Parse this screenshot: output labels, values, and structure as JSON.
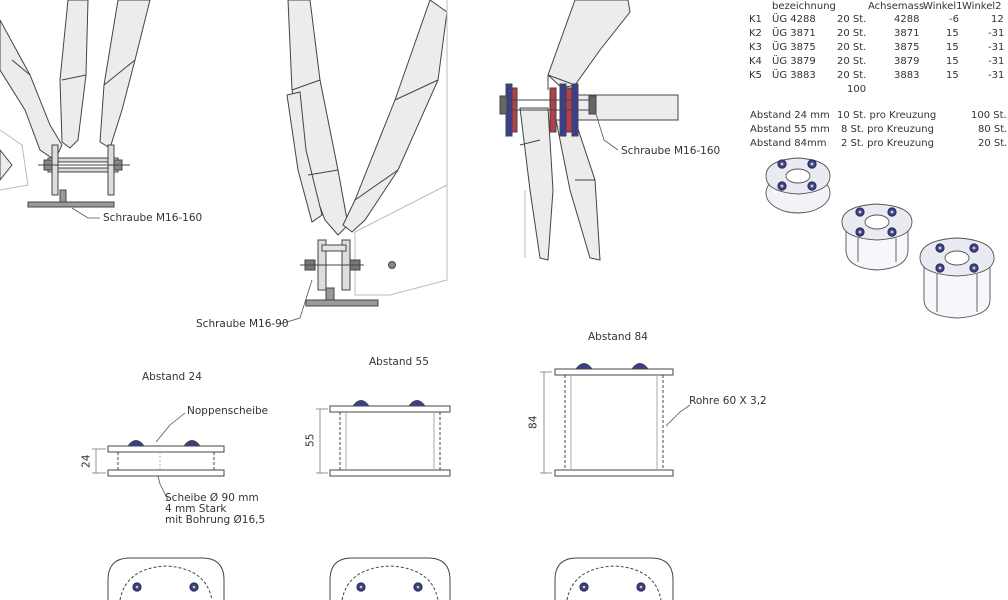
{
  "callouts": {
    "schraube_1": "Schraube M16-160",
    "schraube_2": "Schraube M16-90",
    "schraube_3": "Schraube M16-160",
    "noppenscheibe": "Noppenscheibe",
    "scheibe_line1": "Scheibe Ø 90 mm",
    "scheibe_line2": "4 mm Stark",
    "scheibe_line3": "mit Bohrung Ø16,5",
    "rohre": "Rohre 60 X 3,2"
  },
  "section_titles": {
    "abstand24": "Abstand 24",
    "abstand55": "Abstand 55",
    "abstand84": "Abstand 84"
  },
  "dimensions": {
    "d24": "24",
    "d55": "55",
    "d84": "84"
  },
  "parts_table": {
    "headers": {
      "name": "bezeichnung",
      "achsemass": "Achsemass",
      "winkel1": "Winkel1",
      "winkel2": "Winkel2"
    },
    "rows": [
      {
        "id": "K1",
        "name": "ÜG 4288",
        "qty": "20 St.",
        "achsemass": "4288",
        "winkel1": "-6",
        "winkel2": "12"
      },
      {
        "id": "K2",
        "name": "ÜG 3871",
        "qty": "20 St.",
        "achsemass": "3871",
        "winkel1": "15",
        "winkel2": "-31"
      },
      {
        "id": "K3",
        "name": "ÜG 3875",
        "qty": "20 St.",
        "achsemass": "3875",
        "winkel1": "15",
        "winkel2": "-31"
      },
      {
        "id": "K4",
        "name": "ÜG 3879",
        "qty": "20 St.",
        "achsemass": "3879",
        "winkel1": "15",
        "winkel2": "-31"
      },
      {
        "id": "K5",
        "name": "ÜG 3883",
        "qty": "20 St.",
        "achsemass": "3883",
        "winkel1": "15",
        "winkel2": "-31"
      }
    ],
    "total": "100"
  },
  "spacer_table": {
    "rows": [
      {
        "label": "Abstand 24 mm",
        "per": "10 St. pro Kreuzung",
        "total": "100 St."
      },
      {
        "label": "Abstand 55 mm",
        "per": "8 St. pro Kreuzung",
        "total": "80 St."
      },
      {
        "label": "Abstand 84mm",
        "per": "2 St. pro Kreuzung",
        "total": "20 St."
      }
    ]
  },
  "colors": {
    "line": "#444444",
    "member_fill": "#ececec",
    "bolt_blue": "#3a3f8f",
    "spacer_red": "#b0404a"
  }
}
